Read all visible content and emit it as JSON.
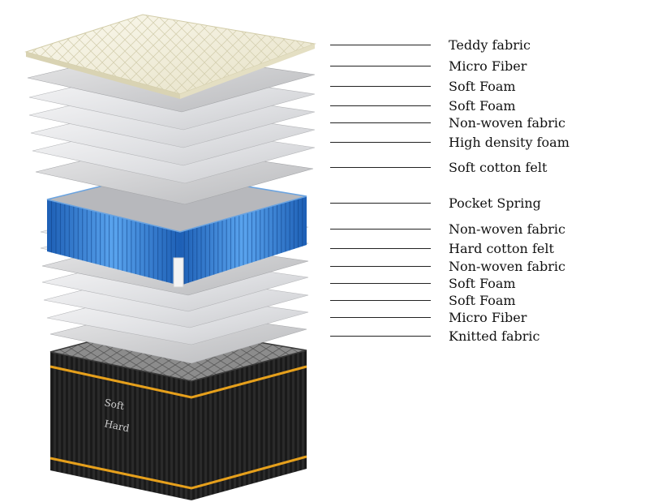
{
  "diagram": {
    "layers": [
      {
        "label": "Teddy fabric"
      },
      {
        "label": "Micro Fiber"
      },
      {
        "label": "Soft Foam"
      },
      {
        "label": "Soft Foam"
      },
      {
        "label": "Non-woven fabric"
      },
      {
        "label": "High density foam"
      },
      {
        "label": "Soft cotton felt"
      },
      {
        "label": "Pocket Spring"
      },
      {
        "label": "Non-woven fabric"
      },
      {
        "label": "Hard cotton felt"
      },
      {
        "label": "Non-woven fabric"
      },
      {
        "label": "Soft Foam"
      },
      {
        "label": "Soft Foam"
      },
      {
        "label": "Micro Fiber"
      },
      {
        "label": "Knitted fabric"
      }
    ],
    "base_side_text": {
      "top": "Soft",
      "bottom": "Hard"
    },
    "colors": {
      "teddy": "#f3f0dc",
      "sheet": "#e9e9eb",
      "spring": "#2f7fd6",
      "base": "#1b1b1b",
      "accent": "#e6a01c"
    }
  }
}
